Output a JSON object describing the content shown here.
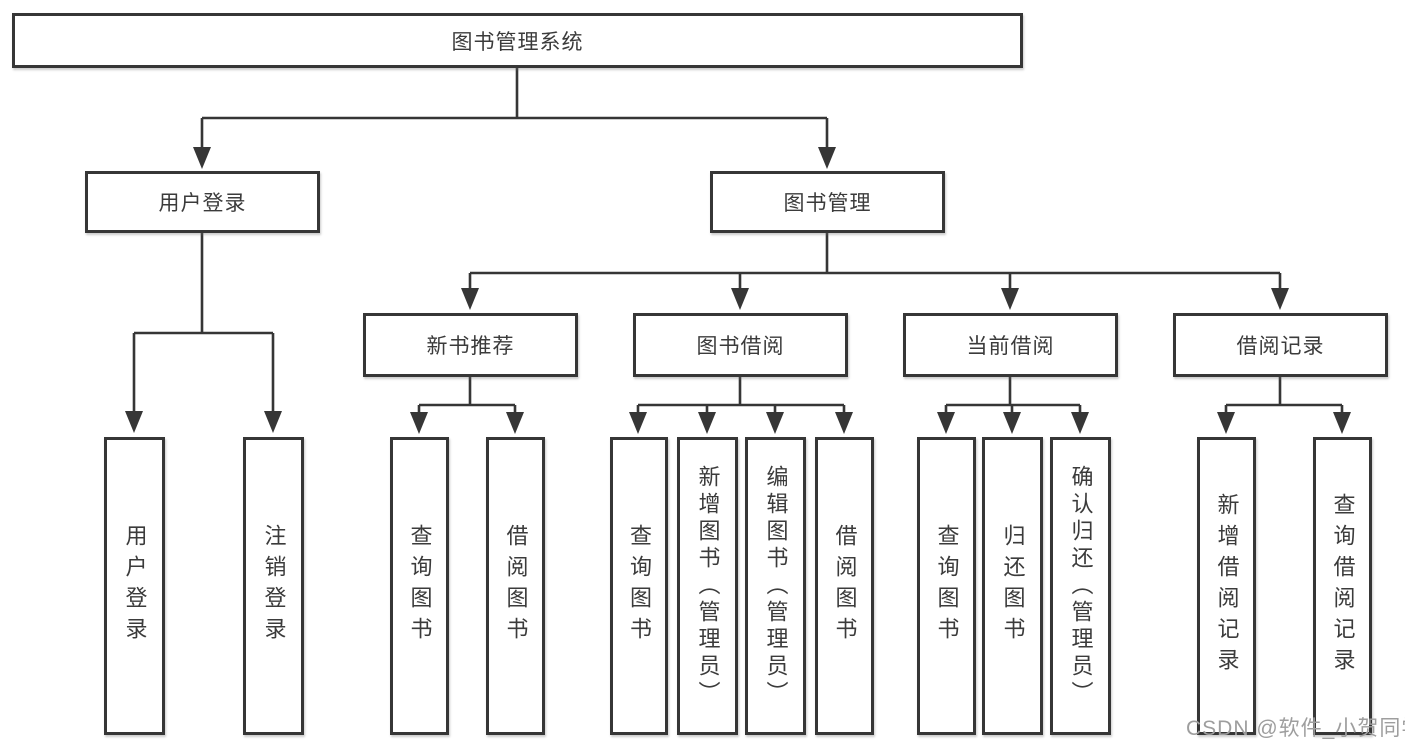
{
  "colors": {
    "line": "#363636",
    "box_border": "#363636",
    "text": "#3b3b3b",
    "watermark": "#9e9e9e",
    "background": "#ffffff"
  },
  "watermark": {
    "text": "CSDN @软件_小贺同学"
  },
  "tree": {
    "label": "图书管理系统",
    "children": [
      {
        "label": "用户登录",
        "children": [
          {
            "label": "用户登录"
          },
          {
            "label": "注销登录"
          }
        ]
      },
      {
        "label": "图书管理",
        "children": [
          {
            "label": "新书推荐",
            "children": [
              {
                "label": "查询图书"
              },
              {
                "label": "借阅图书"
              }
            ]
          },
          {
            "label": "图书借阅",
            "children": [
              {
                "label": "查询图书"
              },
              {
                "label": "新增图书（管理员）"
              },
              {
                "label": "编辑图书（管理员）"
              },
              {
                "label": "借阅图书"
              }
            ]
          },
          {
            "label": "当前借阅",
            "children": [
              {
                "label": "查询图书"
              },
              {
                "label": "归还图书"
              },
              {
                "label": "确认归还（管理员）"
              }
            ]
          },
          {
            "label": "借阅记录",
            "children": [
              {
                "label": "新增借阅记录"
              },
              {
                "label": "查询借阅记录"
              }
            ]
          }
        ]
      }
    ]
  }
}
